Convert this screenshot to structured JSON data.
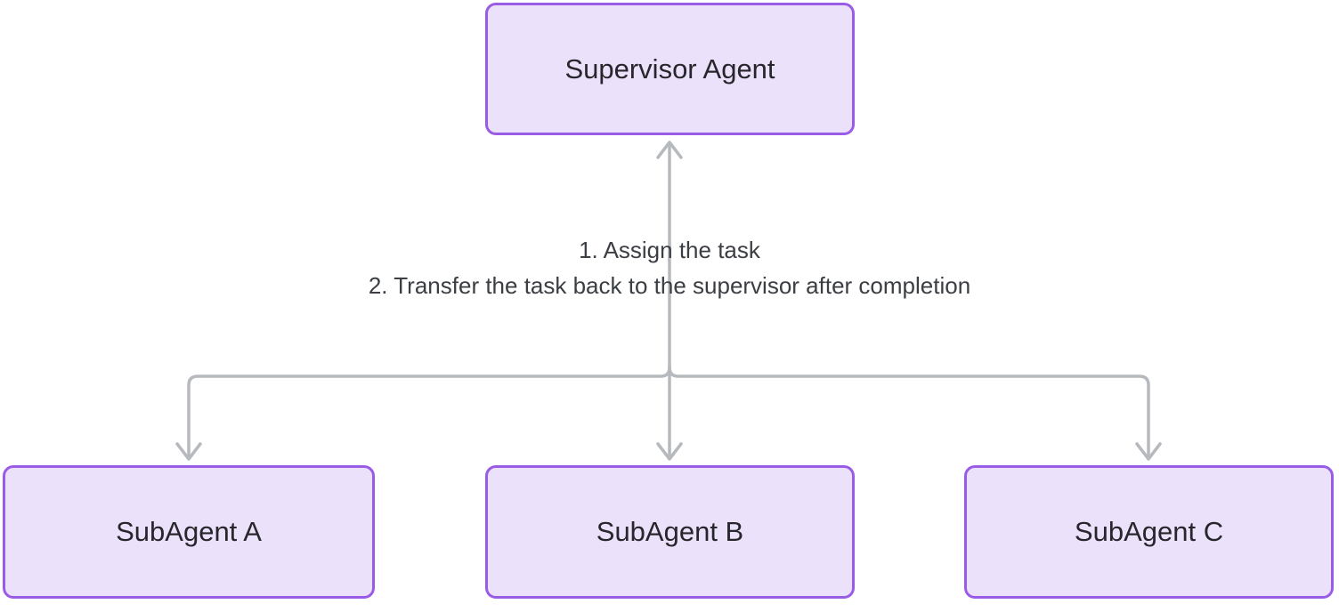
{
  "diagram": {
    "type": "flowchart",
    "nodes": {
      "supervisor": {
        "label": "Supervisor Agent"
      },
      "sub_a": {
        "label": "SubAgent A"
      },
      "sub_b": {
        "label": "SubAgent B"
      },
      "sub_c": {
        "label": "SubAgent C"
      }
    },
    "edge_label": {
      "line1": "1. Assign the task",
      "line2": "2. Transfer the task back to the supervisor after completion"
    },
    "connections": [
      {
        "from": "sub-agents-junction",
        "to": "supervisor",
        "arrowhead": "up"
      },
      {
        "from": "supervisor-junction",
        "to": "sub_a",
        "arrowhead": "down"
      },
      {
        "from": "supervisor-junction",
        "to": "sub_b",
        "arrowhead": "down"
      },
      {
        "from": "supervisor-junction",
        "to": "sub_c",
        "arrowhead": "down"
      }
    ],
    "colors": {
      "node_fill": "#ece1fa",
      "node_border": "#9a5ce6",
      "connector": "#b6b9bd",
      "node_text": "#27262c",
      "edge_text": "#3b3e43",
      "background": "#ffffff"
    }
  }
}
